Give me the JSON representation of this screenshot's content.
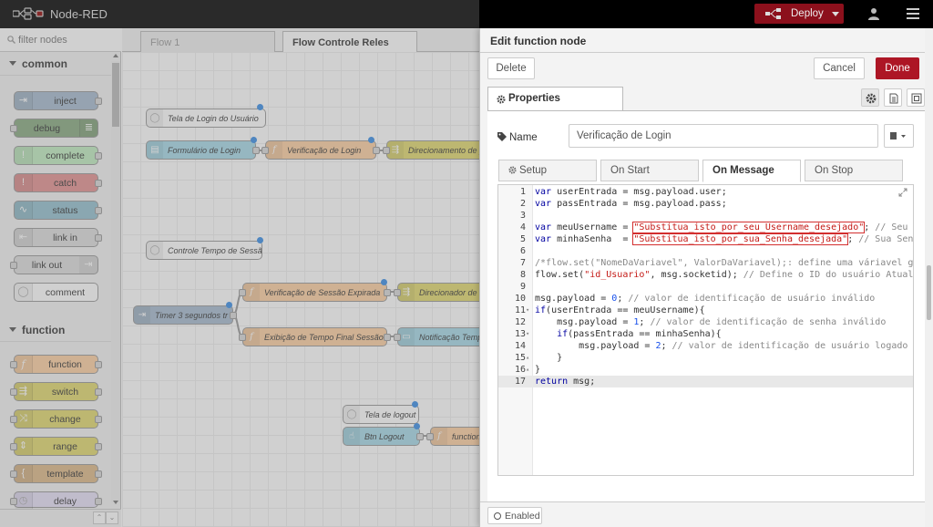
{
  "header": {
    "title": "Node-RED",
    "deploy_label": "Deploy"
  },
  "palette": {
    "filter_placeholder": "filter nodes",
    "categories": [
      {
        "label": "common",
        "nodes": [
          "inject",
          "debug",
          "complete",
          "catch",
          "status",
          "link in",
          "link out",
          "comment"
        ]
      },
      {
        "label": "function",
        "nodes": [
          "function",
          "switch",
          "change",
          "range",
          "template",
          "delay"
        ]
      }
    ]
  },
  "workspace": {
    "tabs": [
      "Flow 1",
      "Flow Controle Reles"
    ],
    "nodes": {
      "tela_login": "Tela de Login do Usuário",
      "formulario": "Formulário de Login",
      "verificacao_login": "Verificação de Login",
      "direcionamento": "Direcionamento de p",
      "controle_tempo": "Controle Tempo de Sessão",
      "timer": "Timer 3 segundos tr",
      "verif_sessao": "Verificação de Sessão Expirada",
      "direcionador": "Direcionador de",
      "exibicao_tempo": "Exibição de Tempo Final Sessão",
      "notificacao": "Notificação Tempo",
      "tela_logout": "Tela de logout",
      "btn_logout": "Btn Logout",
      "function_partial": "function"
    }
  },
  "tray": {
    "title": "Edit function node",
    "delete_label": "Delete",
    "cancel_label": "Cancel",
    "done_label": "Done",
    "properties_label": "Properties",
    "name_label": "Name",
    "name_value": "Verificação de Login",
    "tabs": [
      "Setup",
      "On Start",
      "On Message",
      "On Stop"
    ],
    "enabled_label": "Enabled"
  },
  "code": {
    "line_numbers": [
      "1",
      "2",
      "3",
      "4",
      "5",
      "6",
      "7",
      "8",
      "9",
      "10",
      "11",
      "12",
      "13",
      "14",
      "15",
      "16",
      "17"
    ],
    "l1_a": "var",
    "l1_b": " userEntrada = msg.payload.user;",
    "l2_a": "var",
    "l2_b": " passEntrada = msg.payload.pass;",
    "l4_a": "var",
    "l4_b": " meuUsername = ",
    "l4_str": "\"Substitua_isto_por_seu_Username_desejado\"",
    "l4_c": "; ",
    "l4_cmt": "// Seu Use",
    "l5_a": "var",
    "l5_b": " minhaSenha  = ",
    "l5_str": "\"Substitua_isto_por_sua_Senha_desejada\"",
    "l5_c": "; ",
    "l5_cmt": "// Sua Senha",
    "l7_cmt": "/*flow.set(\"NomeDaVariavel\", ValorDaVariavel);: define uma váriavel glob",
    "l8_a": "flow.set(",
    "l8_str": "\"id_Usuario\"",
    "l8_b": ", msg.socketid); ",
    "l8_cmt": "// Define o ID do usuário Atual",
    "l10_a": "msg.payload = ",
    "l10_num": "0",
    "l10_b": "; ",
    "l10_cmt": "// valor de identificação de usuário inválido",
    "l11_a": "if",
    "l11_b": "(userEntrada == meuUsername){",
    "l12_a": "    msg.payload = ",
    "l12_num": "1",
    "l12_b": "; ",
    "l12_cmt": "// valor de identificação de senha inválido",
    "l13_a": "    if",
    "l13_b": "(passEntrada == minhaSenha){",
    "l14_a": "        msg.payload = ",
    "l14_num": "2",
    "l14_b": "; ",
    "l14_cmt": "// valor de identificação de usuário logado",
    "l15": "    }",
    "l16": "}",
    "l17_a": "return",
    "l17_b": " msg;"
  },
  "colors": {
    "header_bg": "#000000",
    "deploy_bg": "#8c101c",
    "done_bg": "#ad1625",
    "inject_node": "#a6bbcf",
    "debug_node": "#87a980",
    "complete_node": "#c0edc0",
    "catch_node": "#e49191",
    "function_node": "#fdd0a2",
    "switch_node": "#e2d96e",
    "template_node": "#deb887",
    "highlight_outline": "#d32f2f"
  }
}
